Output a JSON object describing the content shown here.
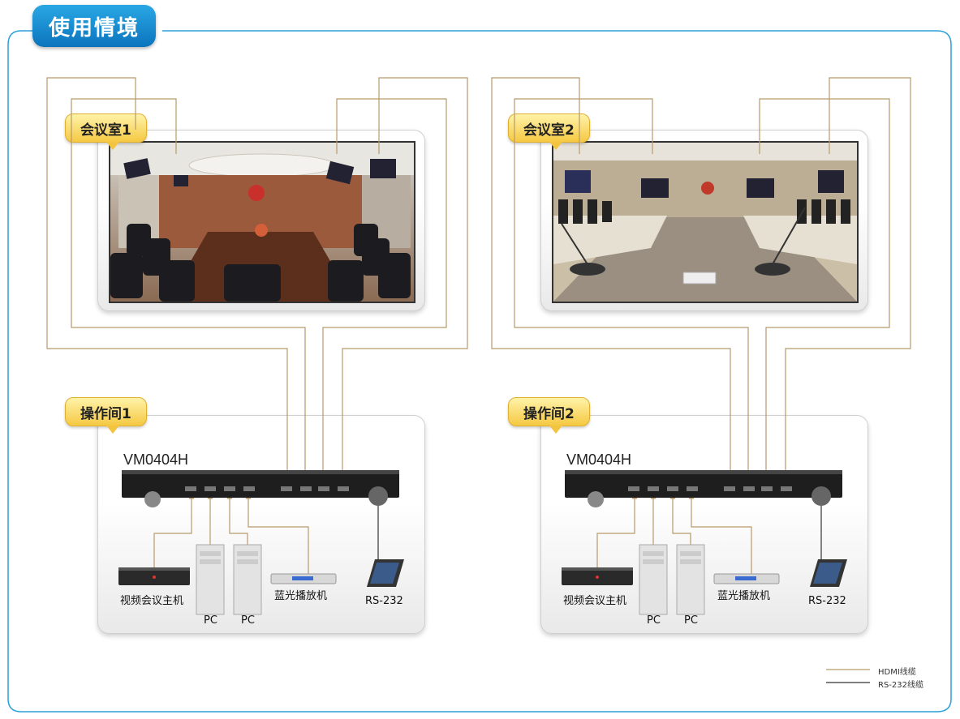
{
  "title": "使用情境",
  "rooms": [
    {
      "label": "会议室1"
    },
    {
      "label": "会议室2"
    }
  ],
  "ops": [
    {
      "label": "操作间1",
      "model": "VM0404H",
      "devices": {
        "video_conf": "视频会议主机",
        "pc1": "PC",
        "pc2": "PC",
        "bluray": "蓝光播放机",
        "rs232": "RS-232"
      }
    },
    {
      "label": "操作间2",
      "model": "VM0404H",
      "devices": {
        "video_conf": "视频会议主机",
        "pc1": "PC",
        "pc2": "PC",
        "bluray": "蓝光播放机",
        "rs232": "RS-232"
      }
    }
  ],
  "legend": {
    "hdmi": "HDMI线缆",
    "rs232": "RS-232线缆"
  },
  "colors": {
    "hdmi_cable": "#b89a6a",
    "rs232_cable": "#333333",
    "frame": "#2aa0dc"
  }
}
